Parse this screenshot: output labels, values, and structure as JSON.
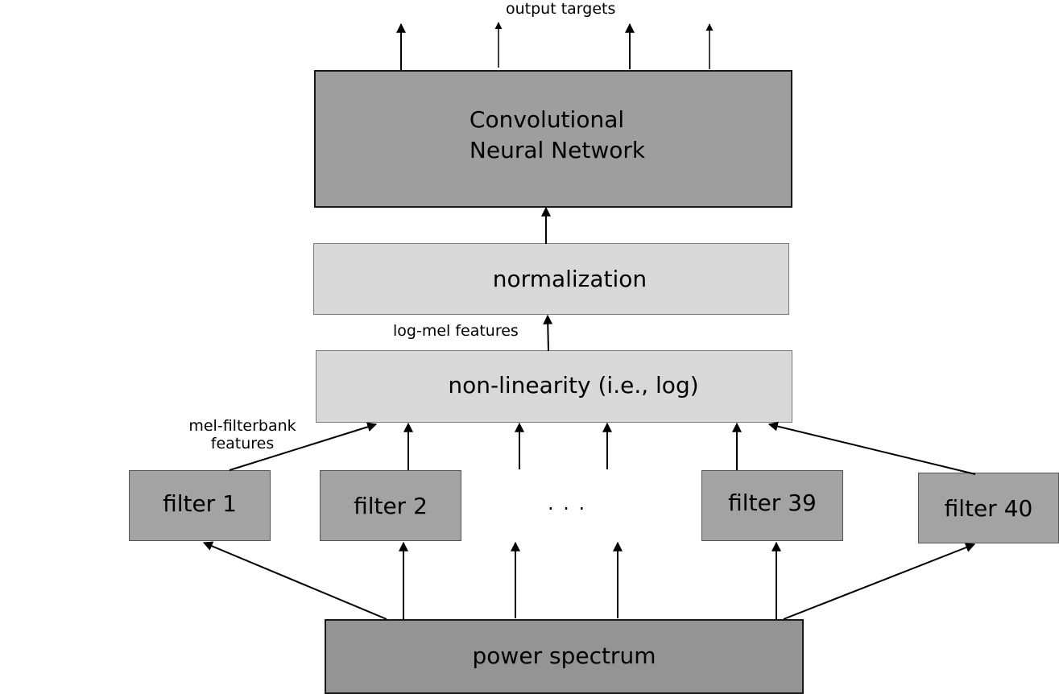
{
  "title": "CNN on log-mel features pipeline",
  "labels": {
    "output_targets": "output targets",
    "log_mel_features": "log-mel features",
    "mel_filterbank_features_line1": "mel-filterbank",
    "mel_filterbank_features_line2": "features",
    "ellipsis": ". . ."
  },
  "blocks": {
    "cnn_line1": "Convolutional",
    "cnn_line2": "Neural Network",
    "normalization": "normalization",
    "nonlinearity": "non-linearity (i.e., log)",
    "power_spectrum": "power spectrum"
  },
  "filters": [
    "filter 1",
    "filter 2",
    "filter 39",
    "filter 40"
  ],
  "colors": {
    "cnn_fill": "#9e9e9e",
    "normalization_fill": "#d9d9d9",
    "nonlinearity_fill": "#d9d9d9",
    "filter_fill": "#a3a3a3",
    "power_spectrum_fill": "#949494",
    "arrow": "#000000"
  },
  "output_arrow_count": 4
}
